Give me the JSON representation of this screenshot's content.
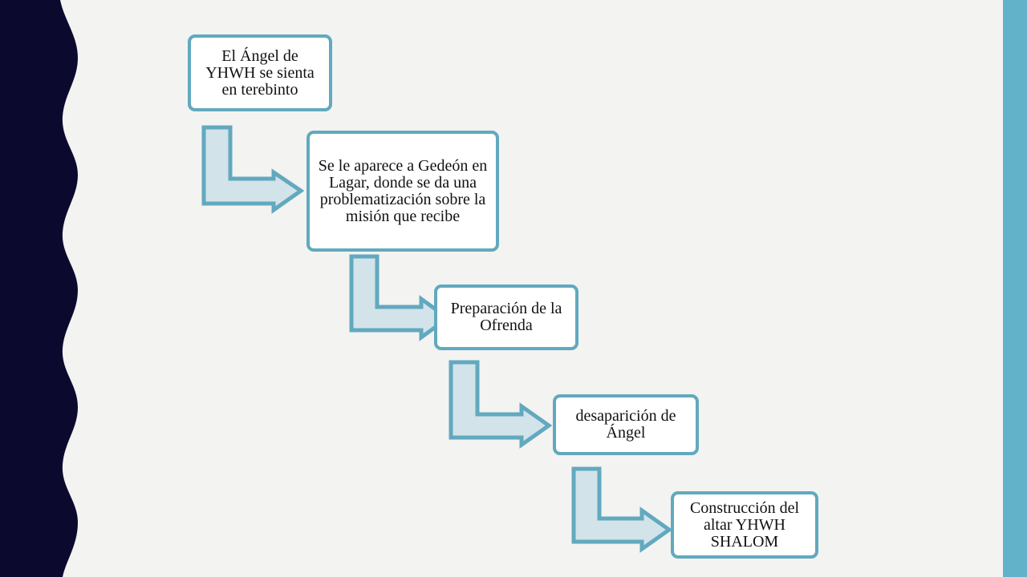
{
  "colors": {
    "background": "#f3f3f1",
    "left_band": "#0b0a2e",
    "right_band": "#62b3c9",
    "box_border": "#62a9bf",
    "box_fill": "#ffffff",
    "arrow_fill": "#d3e3ea",
    "arrow_stroke": "#62a9bf",
    "text": "#111111"
  },
  "steps": [
    {
      "label": "El Ángel de YHWH se sienta en terebinto"
    },
    {
      "label": "Se le aparece a Gedeón en Lagar, donde se da una problematización sobre la misión que recibe"
    },
    {
      "label": "Preparación de la Ofrenda"
    },
    {
      "label": "desaparición de Ángel"
    },
    {
      "label": "Construcción del altar YHWH SHALOM"
    }
  ]
}
